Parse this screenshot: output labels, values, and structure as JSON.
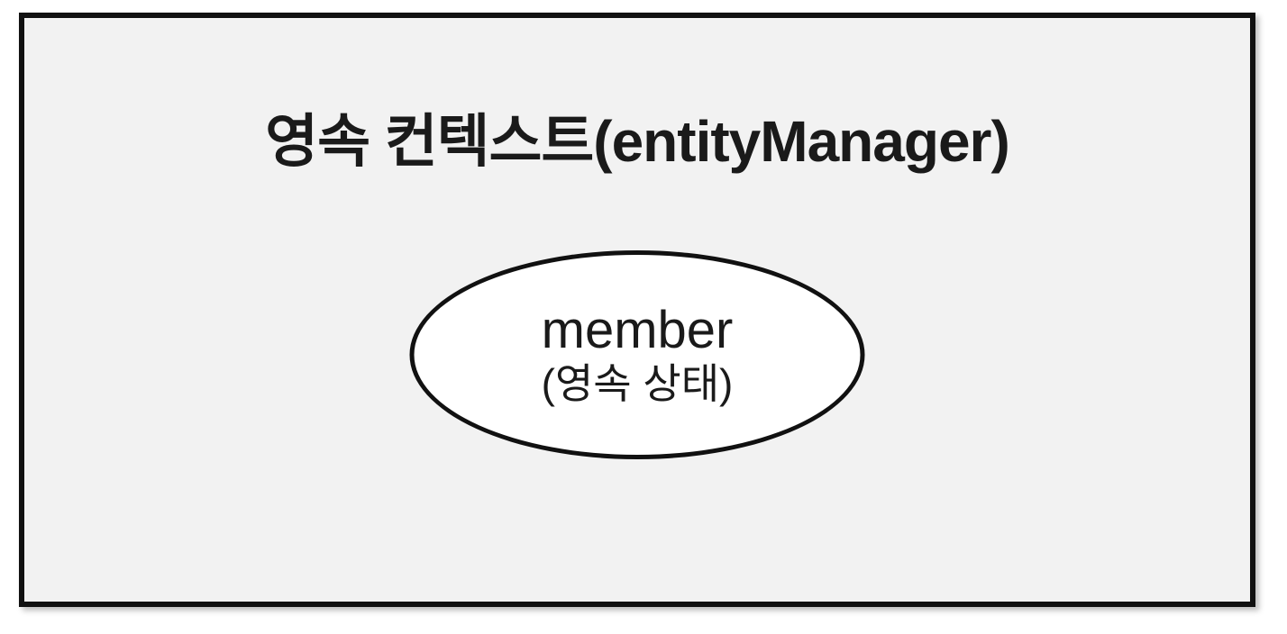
{
  "diagram": {
    "container": {
      "title": "영속 컨텍스트(entityManager)"
    },
    "entity": {
      "name": "member",
      "state_label": "(영속 상태)"
    },
    "colors": {
      "container_background": "#f2f2f2",
      "border": "#111111",
      "ellipse_background": "#ffffff",
      "text": "#1a1a1a",
      "page_background": "#ffffff"
    }
  }
}
